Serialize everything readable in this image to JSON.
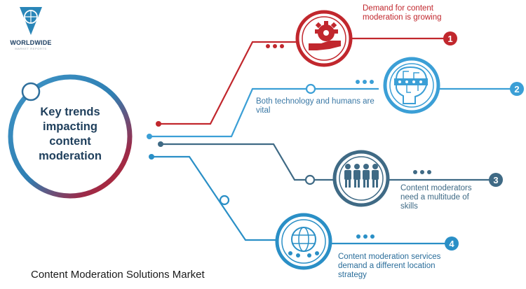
{
  "brand": {
    "name": "WORLDWIDE",
    "tagline": "MARKET REPORTS"
  },
  "hub": {
    "title": "Key trends impacting content moderation"
  },
  "trends": [
    {
      "number": "1",
      "label": "Demand for content moderation is growing",
      "icon": "gear-hand-icon",
      "color": "#c1272d"
    },
    {
      "number": "2",
      "label": "Both technology and humans are vital",
      "icon": "circuit-head-icon",
      "color": "#3b9fd6"
    },
    {
      "number": "3",
      "label": "Content moderators need a multitude of skills",
      "icon": "people-group-icon",
      "color": "#3f6a85"
    },
    {
      "number": "4",
      "label": "Content moderation services demand a different location strategy",
      "icon": "globe-network-icon",
      "color": "#2a8fc6"
    }
  ],
  "footer": "Content Moderation Solutions Market"
}
